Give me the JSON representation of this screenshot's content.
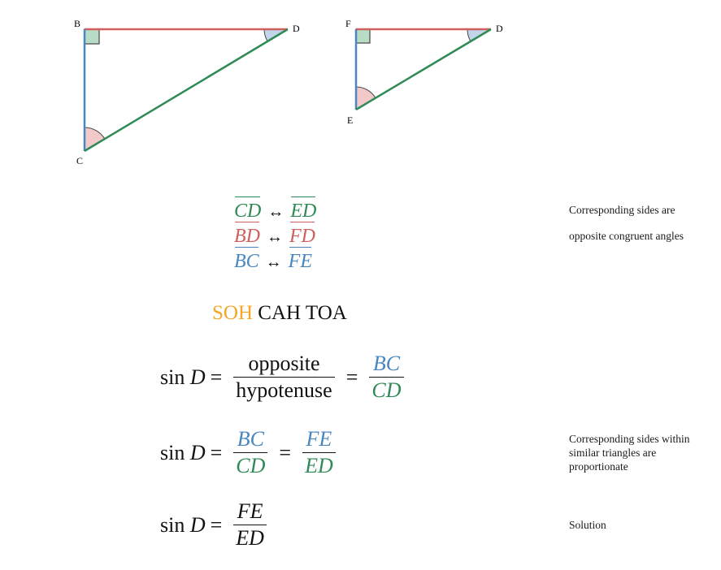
{
  "colors": {
    "hypotenuse": "#2f8a55",
    "horizontal_leg": "#d0605e",
    "vertical_leg": "#4a86bf",
    "soh_highlight": "#f5a623",
    "right_angle_fill": "#b9dcc6",
    "top_angle_fill": "#c3d5ea",
    "bottom_angle_fill": "#f1c9c8"
  },
  "triangle1": {
    "vertices": {
      "B": "B",
      "D": "D",
      "C": "C"
    }
  },
  "triangle2": {
    "vertices": {
      "F": "F",
      "D": "D",
      "E": "E"
    }
  },
  "correspondences": [
    {
      "left": "CD",
      "arrow": "↔",
      "right": "ED",
      "color": "green"
    },
    {
      "left": "BD",
      "arrow": "↔",
      "right": "FD",
      "color": "red"
    },
    {
      "left": "BC",
      "arrow": "↔",
      "right": "FE",
      "color": "blue"
    }
  ],
  "notes": {
    "correspondence_line1": "Corresponding sides are",
    "correspondence_line2": "opposite congruent angles",
    "proportion": "Corresponding sides within similar triangles are proportionate",
    "solution": "Solution"
  },
  "mnemonic": {
    "soh": "SOH",
    "cah": "CAH",
    "toa": "TOA"
  },
  "equation1": {
    "lhs_fn": "sin",
    "lhs_var": "D",
    "eq": "=",
    "frac1_num": "opposite",
    "frac1_den": "hypotenuse",
    "frac2_num": "BC",
    "frac2_den": "CD"
  },
  "equation2": {
    "lhs_fn": "sin",
    "lhs_var": "D",
    "eq": "=",
    "frac1_num": "BC",
    "frac1_den": "CD",
    "frac2_num": "FE",
    "frac2_den": "ED"
  },
  "equation3": {
    "lhs_fn": "sin",
    "lhs_var": "D",
    "eq": "=",
    "frac1_num": "FE",
    "frac1_den": "ED"
  }
}
